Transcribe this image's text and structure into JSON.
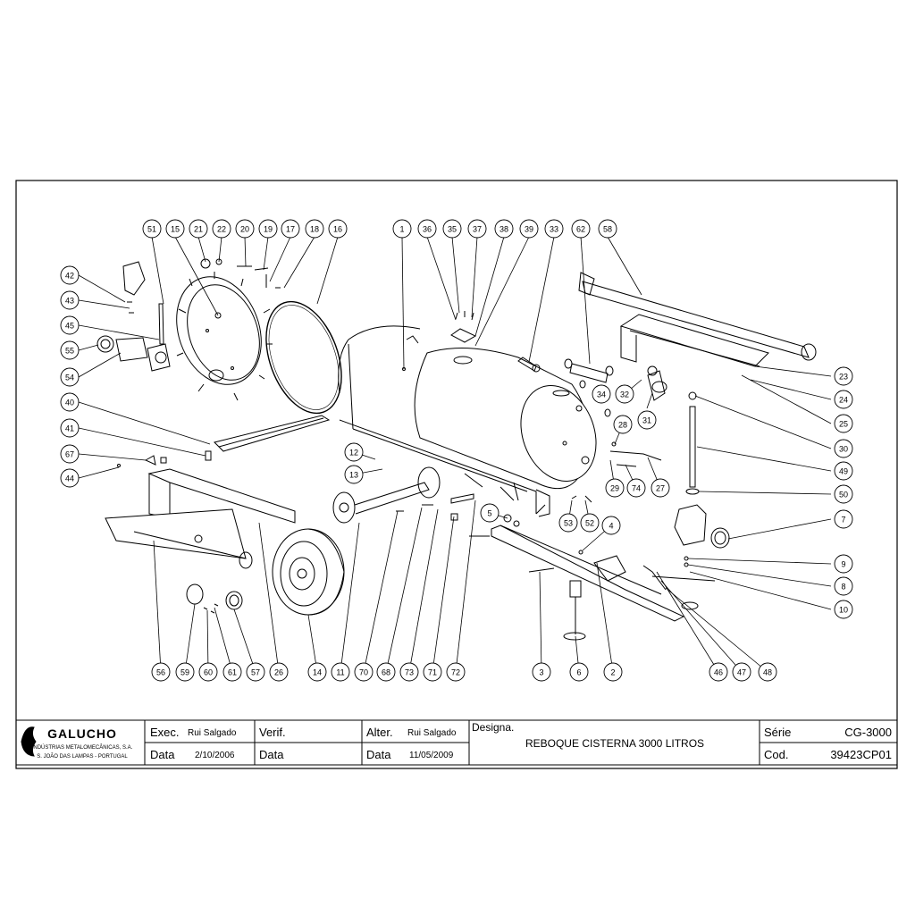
{
  "callouts": [
    {
      "n": "51"
    },
    {
      "n": "15"
    },
    {
      "n": "21"
    },
    {
      "n": "22"
    },
    {
      "n": "20"
    },
    {
      "n": "19"
    },
    {
      "n": "17"
    },
    {
      "n": "18"
    },
    {
      "n": "16"
    },
    {
      "n": "1"
    },
    {
      "n": "36"
    },
    {
      "n": "35"
    },
    {
      "n": "37"
    },
    {
      "n": "38"
    },
    {
      "n": "39"
    },
    {
      "n": "33"
    },
    {
      "n": "62"
    },
    {
      "n": "58"
    },
    {
      "n": "42"
    },
    {
      "n": "43"
    },
    {
      "n": "45"
    },
    {
      "n": "55"
    },
    {
      "n": "54"
    },
    {
      "n": "40"
    },
    {
      "n": "41"
    },
    {
      "n": "67"
    },
    {
      "n": "44"
    },
    {
      "n": "23"
    },
    {
      "n": "24"
    },
    {
      "n": "25"
    },
    {
      "n": "30"
    },
    {
      "n": "49"
    },
    {
      "n": "50"
    },
    {
      "n": "7"
    },
    {
      "n": "9"
    },
    {
      "n": "8"
    },
    {
      "n": "10"
    },
    {
      "n": "34"
    },
    {
      "n": "32"
    },
    {
      "n": "31"
    },
    {
      "n": "28"
    },
    {
      "n": "29"
    },
    {
      "n": "74"
    },
    {
      "n": "27"
    },
    {
      "n": "12"
    },
    {
      "n": "13"
    },
    {
      "n": "5"
    },
    {
      "n": "4"
    },
    {
      "n": "53"
    },
    {
      "n": "52"
    },
    {
      "n": "56"
    },
    {
      "n": "59"
    },
    {
      "n": "60"
    },
    {
      "n": "61"
    },
    {
      "n": "57"
    },
    {
      "n": "26"
    },
    {
      "n": "14"
    },
    {
      "n": "11"
    },
    {
      "n": "70"
    },
    {
      "n": "68"
    },
    {
      "n": "73"
    },
    {
      "n": "71"
    },
    {
      "n": "72"
    },
    {
      "n": "3"
    },
    {
      "n": "6"
    },
    {
      "n": "2"
    },
    {
      "n": "46"
    },
    {
      "n": "47"
    },
    {
      "n": "48"
    }
  ],
  "title_block": {
    "company": "GALUCHO",
    "company_sub": "INDÚSTRIAS METALOMECÂNICAS, S.A.",
    "company_addr": "S. JOÃO DAS LAMPAS - PORTUGAL",
    "exec_label": "Exec.",
    "exec_value": "Rui Salgado",
    "data_label": "Data",
    "exec_date": "2/10/2006",
    "verif_label": "Verif.",
    "verif_data_label": "Data",
    "alter_label": "Alter.",
    "alter_value": "Rui Salgado",
    "alter_data_label": "Data",
    "alter_date": "11/05/2009",
    "designa_label": "Designa.",
    "designa_value": "REBOQUE CISTERNA 3000 LITROS",
    "serie_label": "Série",
    "serie_value": "CG-3000",
    "cod_label": "Cod.",
    "cod_value": "39423CP01"
  }
}
